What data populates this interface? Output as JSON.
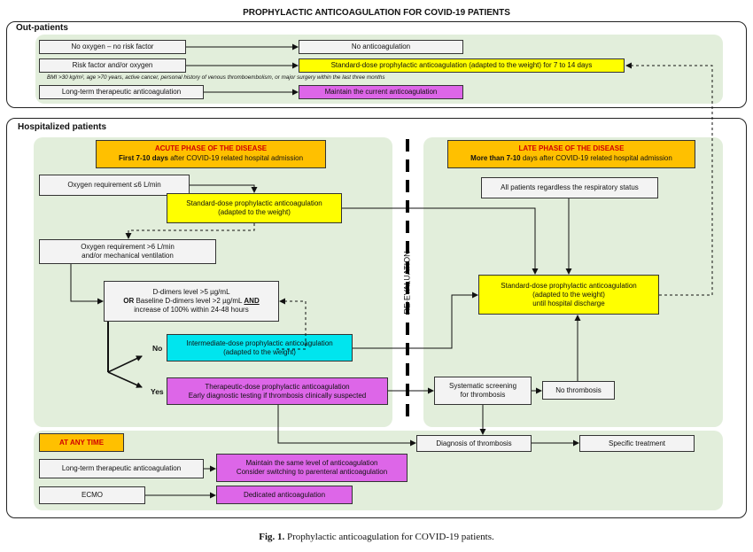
{
  "title": "PROPHYLACTIC ANTICOAGULATION FOR COVID-19 PATIENTS",
  "outpatients": {
    "label": "Out-patients",
    "no_oxygen": "No oxygen – no risk factor",
    "no_anticoag": "No anticoagulation",
    "risk_factor": "Risk factor and/or oxygen",
    "standard_7_14": "Standard-dose prophylactic anticoagulation (adapted to the weight) for 7 to 14 days",
    "risk_note": "BMI >30 kg/m², age >70 years, active cancer, personal history of venous thromboembolism, or major surgery within the last three months",
    "long_term": "Long-term therapeutic anticoagulation",
    "maintain_current": "Maintain the current anticoagulation"
  },
  "hospitalized": {
    "label": "Hospitalized patients",
    "acute_title": "ACUTE PHASE OF THE DISEASE",
    "acute_bold": "First 7-10 days",
    "acute_rest": " after COVID-19 related hospital admission",
    "late_title": "LATE PHASE OF THE DISEASE",
    "late_bold": "More than 7-10",
    "late_rest": " days after COVID-19 related hospital admission",
    "oxygen_low": "Oxygen requirement  ≤6 L/min",
    "std_line1": "Standard-dose prophylactic anticoagulation",
    "std_line2": "(adapted to the weight)",
    "oxygen_high_line1": "Oxygen requirement  >6 L/min",
    "oxygen_high_line2": "and/or mechanical ventilation",
    "ddimer_line1": "D-dimers level >5 µg/mL",
    "ddimer_or": "OR",
    "ddimer_line2a": " Baseline D-dimers level >2 µg/mL ",
    "ddimer_and": "AND",
    "ddimer_line3": "increase of 100% within 24-48 hours",
    "no_label": "No",
    "yes_label": "Yes",
    "inter_line1": "Intermediate-dose prophylactic anticoagulation",
    "inter_line2": "(adapted to the weight)",
    "thera_line1": "Therapeutic-dose prophylactic anticoagulation",
    "thera_line2": "Early diagnostic testing if thrombosis clinically suspected",
    "reevaluation": "RE-EVALUATION",
    "all_patients": "All patients regardless the respiratory status",
    "late_std_line1": "Standard-dose prophylactic anticoagulation",
    "late_std_line2": "(adapted to the weight)",
    "late_std_line3": "until hospital discharge",
    "screening_line1": "Systematic screening",
    "screening_line2": "for thrombosis",
    "no_thrombosis": "No thrombosis",
    "diagnosis": "Diagnosis of thrombosis",
    "specific_treatment": "Specific treatment",
    "any_time": "AT ANY TIME",
    "long_term": "Long-term therapeutic anticoagulation",
    "maintain_line1": "Maintain the same level of anticoagulation",
    "maintain_line2": "Consider switching to parenteral anticoagulation",
    "ecmo": "ECMO",
    "dedicated": "Dedicated anticoagulation"
  },
  "caption": {
    "label": "Fig. 1.",
    "text": " Prophylactic anticoagulation for COVID-19 patients."
  },
  "colors": {
    "panel_green": "#e2eedb",
    "yellow": "#ffff00",
    "cyan": "#00e5ee",
    "magenta": "#dd66e8",
    "orange": "#ffc000",
    "red_text": "#d10000"
  }
}
